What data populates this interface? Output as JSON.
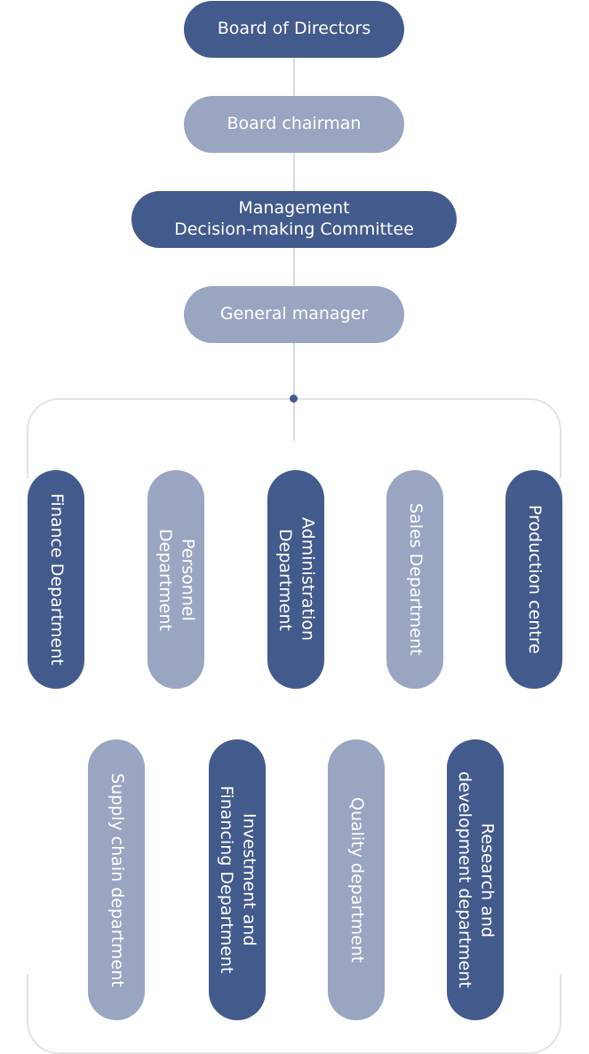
{
  "top_nodes": [
    {
      "label": "Board of Directors",
      "tone": "dark"
    },
    {
      "label": "Board chairman",
      "tone": "light"
    },
    {
      "label": "Management\nDecision-making Committee",
      "tone": "dark"
    },
    {
      "label": "General manager",
      "tone": "light"
    }
  ],
  "departments_row1": [
    {
      "label": "Finance Department",
      "tone": "dark"
    },
    {
      "label": "Personnel\nDepartment",
      "tone": "light"
    },
    {
      "label": "Administration\nDepartment",
      "tone": "dark"
    },
    {
      "label": "Sales Department",
      "tone": "light"
    },
    {
      "label": "Production centre",
      "tone": "dark"
    }
  ],
  "departments_row2": [
    {
      "label": "Supply chain department",
      "tone": "light"
    },
    {
      "label": "Investment and\nFinancing Department",
      "tone": "dark"
    },
    {
      "label": "Quality department",
      "tone": "light"
    },
    {
      "label": "Research and\ndevelopment department",
      "tone": "dark"
    }
  ],
  "colors": {
    "dark": "#435a8c",
    "light": "#9aa5c1",
    "connector": "#d8dbe2"
  }
}
